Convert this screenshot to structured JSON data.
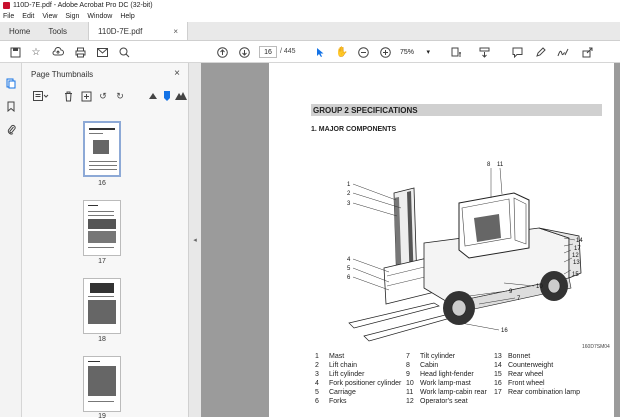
{
  "window": {
    "title": "110D-7E.pdf - Adobe Acrobat Pro DC (32-bit)"
  },
  "menu": [
    "File",
    "Edit",
    "View",
    "Sign",
    "Window",
    "Help"
  ],
  "tabs": {
    "home": "Home",
    "tools": "Tools",
    "document": "110D-7E.pdf"
  },
  "toolbar": {
    "current_page": "16",
    "total_pages": "/ 445",
    "zoom": "75%"
  },
  "panel": {
    "title": "Page Thumbnails",
    "thumbnails": [
      {
        "label": "16",
        "selected": true
      },
      {
        "label": "17",
        "selected": false
      },
      {
        "label": "18",
        "selected": false
      },
      {
        "label": "19",
        "selected": false
      }
    ]
  },
  "document": {
    "group_title": "GROUP 2  SPECIFICATIONS",
    "section_title": "1. MAJOR COMPONENTS",
    "figure_code": "160D7SM04",
    "callouts": [
      "8",
      "11",
      "1",
      "2",
      "3",
      "4",
      "5",
      "6",
      "7",
      "9",
      "10",
      "16",
      "14",
      "17",
      "12",
      "13",
      "15"
    ],
    "components": [
      {
        "num": "1",
        "name": "Mast"
      },
      {
        "num": "2",
        "name": "Lift chain"
      },
      {
        "num": "3",
        "name": "Lift cylinder"
      },
      {
        "num": "4",
        "name": "Fork positioner cylinder"
      },
      {
        "num": "5",
        "name": "Carriage"
      },
      {
        "num": "6",
        "name": "Forks"
      },
      {
        "num": "7",
        "name": "Tilt cylinder"
      },
      {
        "num": "8",
        "name": "Cabin"
      },
      {
        "num": "9",
        "name": "Head light-fender"
      },
      {
        "num": "10",
        "name": "Work lamp-mast"
      },
      {
        "num": "11",
        "name": "Work lamp-cabin rear"
      },
      {
        "num": "12",
        "name": "Operator's seat"
      },
      {
        "num": "13",
        "name": "Bonnet"
      },
      {
        "num": "14",
        "name": "Counterweight"
      },
      {
        "num": "15",
        "name": "Rear wheel"
      },
      {
        "num": "16",
        "name": "Front wheel"
      },
      {
        "num": "17",
        "name": "Rear combination lamp"
      }
    ]
  },
  "colors": {
    "accent": "#1473e6",
    "viewer_bg": "#9b9b9b",
    "group_bar": "#d0d0d0"
  }
}
